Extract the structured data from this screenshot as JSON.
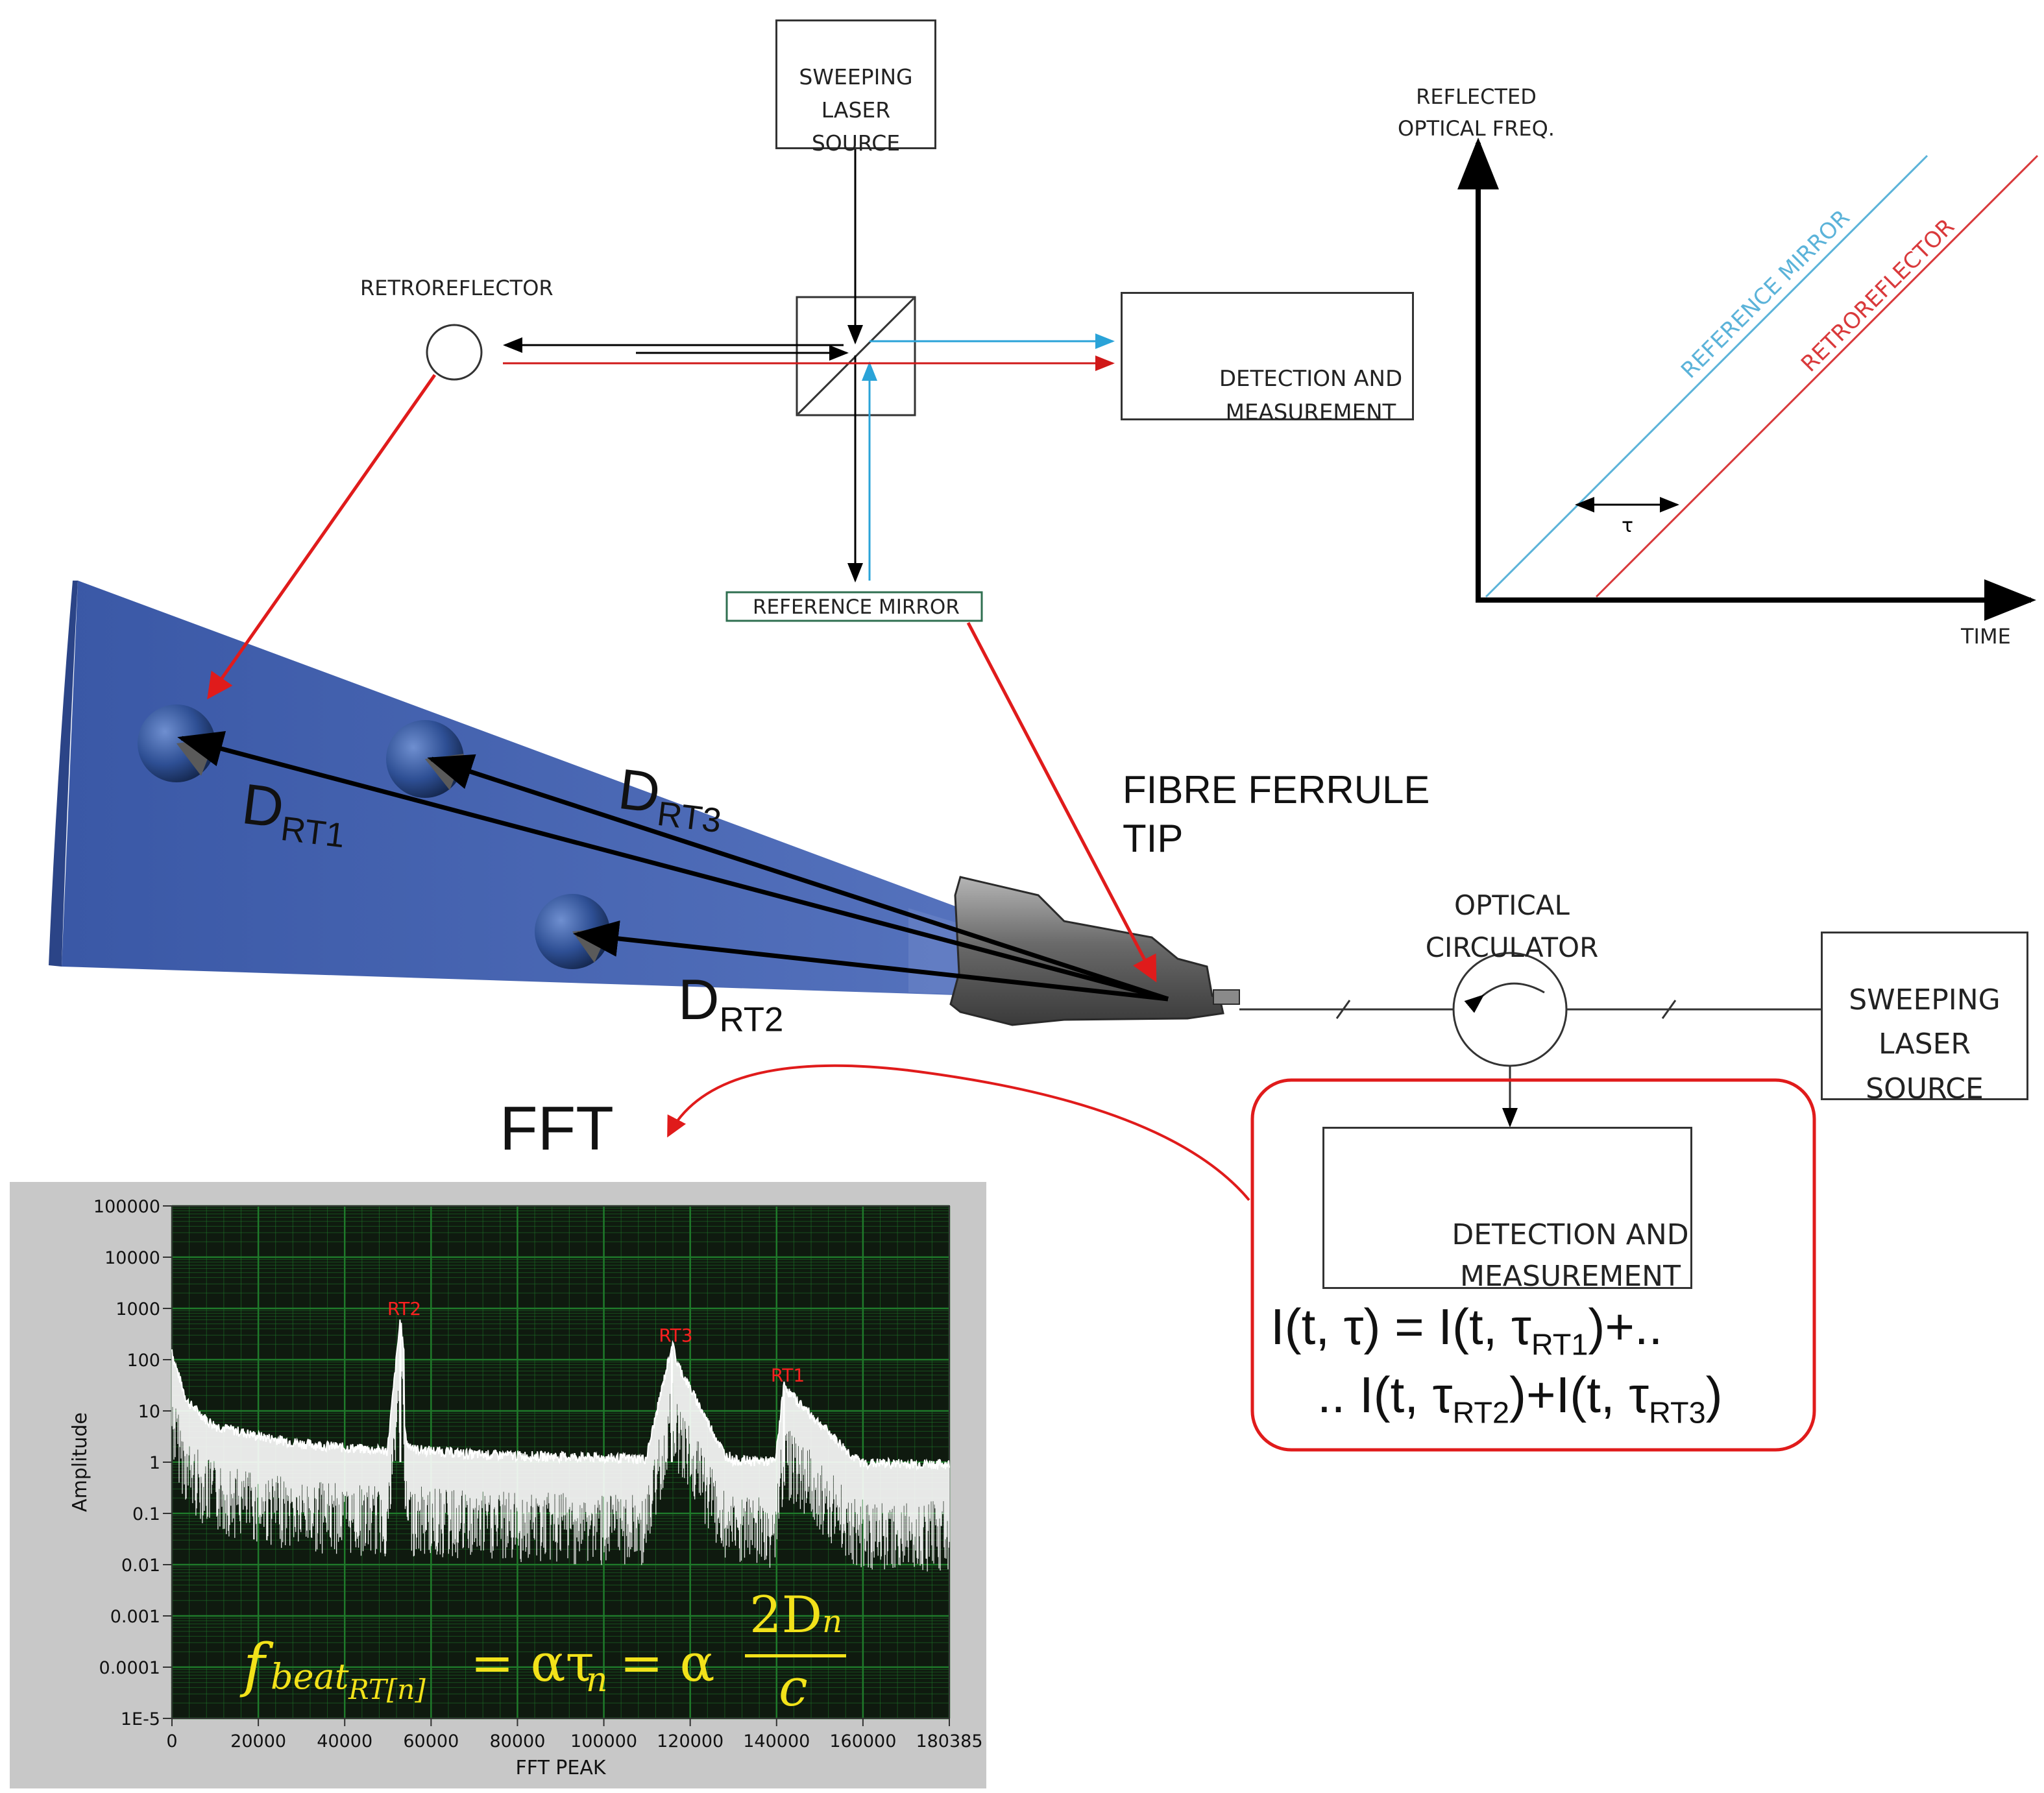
{
  "top_source": {
    "lines": [
      "SWEEPING",
      "LASER",
      "SOURCE"
    ]
  },
  "retroreflector_label": "RETROREFLECTOR",
  "detection_top": {
    "lines": [
      "DETECTION AND",
      "MEASUREMENT"
    ]
  },
  "reference_mirror_label": "REFERENCE MIRROR",
  "freq_plot": {
    "ylabel_lines": [
      "REFLECTED",
      "OPTICAL FREQ."
    ],
    "xlabel": "TIME",
    "line_reference": "REFERENCE MIRROR",
    "line_retro": "RETROREFLECTOR",
    "tau": "τ",
    "colors": {
      "reference": "#5bb3d9",
      "retro": "#d9393b"
    }
  },
  "distances": {
    "d1": {
      "main": "D",
      "sub": "RT1"
    },
    "d2": {
      "main": "D",
      "sub": "RT2"
    },
    "d3": {
      "main": "D",
      "sub": "RT3"
    }
  },
  "ferrule_label_lines": [
    "FIBRE FERRULE",
    "TIP"
  ],
  "circulator_label_lines": [
    "OPTICAL",
    "CIRCULATOR"
  ],
  "right_source": {
    "lines": [
      "SWEEPING",
      "LASER",
      "SOURCE"
    ]
  },
  "detection_bottom": {
    "lines": [
      "DETECTION AND",
      "MEASUREMENT"
    ]
  },
  "equation": {
    "line1": {
      "a": "I(t, τ) = I(t, τ",
      "sub": "RT1",
      "b": ")+.."
    },
    "line2": {
      "a": ".. I(t, τ",
      "sub1": "RT2",
      "b": ")+I(t, τ",
      "sub2": "RT3",
      "c": ")"
    }
  },
  "fft_title": "FFT",
  "formula": {
    "f": "f",
    "sub1": "beat",
    "sub2": "RT[n]",
    "mid": "= ατ",
    "n": "n",
    "eq2": "= α",
    "num": "2D",
    "num_sub": "n",
    "den": "c"
  },
  "chart_data": {
    "type": "line",
    "title": "",
    "xlabel": "FFT PEAK",
    "ylabel": "Amplitude",
    "xlim": [
      0,
      180385
    ],
    "ylim": [
      1e-05,
      100000
    ],
    "y_scale": "log",
    "grid": true,
    "x_ticks": [
      "0",
      "20000",
      "40000",
      "60000",
      "80000",
      "100000",
      "120000",
      "140000",
      "160000",
      "180385"
    ],
    "y_ticks": [
      "100000",
      "10000",
      "1000",
      "100",
      "10",
      "1",
      "0.1",
      "0.01",
      "0.001",
      "0.0001",
      "1E-5"
    ],
    "series": [
      {
        "name": "",
        "x": [
          0,
          2000,
          5000,
          10000,
          20000,
          30000,
          40000,
          50000,
          53000,
          56000,
          70000,
          90000,
          110000,
          116000,
          130000,
          140000,
          142000,
          160000,
          180385
        ],
        "y": [
          500,
          60,
          10,
          4,
          2.5,
          1.8,
          1.5,
          1.3,
          500,
          1.4,
          1.1,
          1.0,
          0.9,
          150,
          0.85,
          0.8,
          25,
          0.75,
          0.7
        ]
      }
    ],
    "peaks": [
      {
        "label": "RT2",
        "x": 53000,
        "y": 500
      },
      {
        "label": "RT3",
        "x": 116000,
        "y": 150
      },
      {
        "label": "RT1",
        "x": 142000,
        "y": 25
      }
    ],
    "colors": {
      "background": "#0f1a0f",
      "grid": "#1f7a2a",
      "trace": "#ffffff",
      "peak_label": "#ff2020",
      "panel": "#c8c8c8"
    }
  }
}
